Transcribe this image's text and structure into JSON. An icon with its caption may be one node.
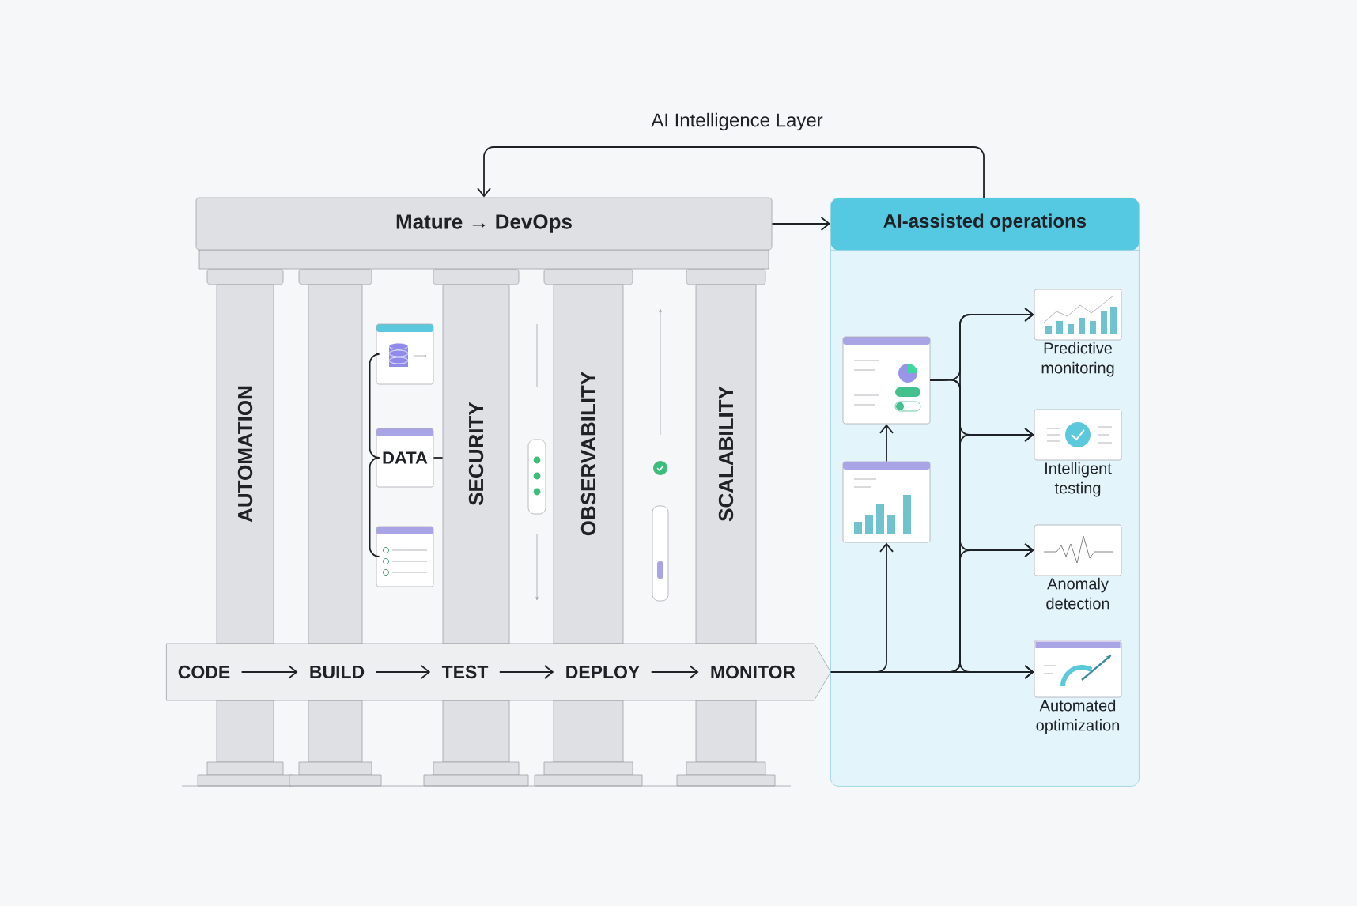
{
  "diagram": {
    "nodes": [
      {
        "text": [
          "Mature → DevOps"
        ]
      },
      {
        "text": [
          "AUTOMATION"
        ]
      },
      {
        "text": [],
        "shape": "bar"
      },
      {
        "text": [
          "SECURITY"
        ]
      },
      {
        "text": [
          "OBSERVABILITY"
        ]
      },
      {
        "text": [
          "SCALABILITY"
        ]
      },
      {
        "text": [
          "DATA"
        ]
      },
      {
        "text": [],
        "shape": "picture"
      },
      {
        "text": [],
        "shape": "picture"
      },
      {
        "text": [],
        "shape": "box"
      },
      {
        "text": [
          "CODE"
        ],
        "in": 9
      },
      {
        "text": [
          "BUILD"
        ],
        "in": 9
      },
      {
        "text": [
          "TEST"
        ],
        "in": 9
      },
      {
        "text": [
          "DEPLOY"
        ],
        "in": 9
      },
      {
        "text": [
          "MONITOR"
        ],
        "in": 9
      },
      {
        "text": [
          "AI-assisted operations"
        ]
      },
      {
        "text": [],
        "shape": "picture",
        "in": 15
      },
      {
        "text": [],
        "shape": "picture",
        "in": 15
      },
      {
        "text": [
          "Predictive monitoring"
        ],
        "in": 15
      },
      {
        "text": [
          "Intelligent testing"
        ],
        "in": 15
      },
      {
        "text": [
          "Anomaly detection"
        ],
        "in": 15
      },
      {
        "text": [
          "Automated optimization"
        ],
        "in": 15
      }
    ],
    "edges": [
      {
        "from": 0,
        "to": 15,
        "arrow": "to"
      },
      {
        "from": 15,
        "to": 0,
        "arrow": "to",
        "label": "AI Intelligence Layer"
      },
      {
        "from": 6,
        "to": 7,
        "arrow": "none"
      },
      {
        "from": 6,
        "to": 8,
        "arrow": "none"
      },
      {
        "from": 6,
        "to": 3,
        "arrow": "none"
      },
      {
        "from": 10,
        "to": 11,
        "arrow": "to"
      },
      {
        "from": 11,
        "to": 12,
        "arrow": "to"
      },
      {
        "from": 12,
        "to": 13,
        "arrow": "to"
      },
      {
        "from": 13,
        "to": 14,
        "arrow": "to"
      },
      {
        "from": 9,
        "to": 17,
        "arrow": "to"
      },
      {
        "from": 17,
        "to": 16,
        "arrow": "to"
      },
      {
        "from": 9,
        "to": 18,
        "arrow": "to"
      },
      {
        "from": 9,
        "to": 19,
        "arrow": "to"
      },
      {
        "from": 9,
        "to": 20,
        "arrow": "to"
      },
      {
        "from": 9,
        "to": 21,
        "arrow": "to"
      },
      {
        "from": 16,
        "to": 18,
        "arrow": "to"
      },
      {
        "from": 16,
        "to": 19,
        "arrow": "to"
      },
      {
        "from": 16,
        "to": 20,
        "arrow": "to"
      },
      {
        "from": 16,
        "to": 21,
        "arrow": "to"
      }
    ]
  }
}
